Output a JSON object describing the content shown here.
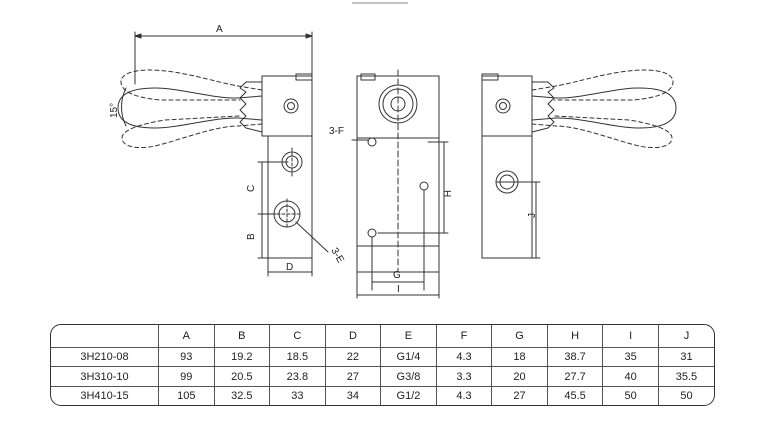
{
  "drawing": {
    "dimension_labels": {
      "A": "A",
      "B": "B",
      "C": "C",
      "D": "D",
      "E": "3-E",
      "F": "3-F",
      "G": "G",
      "H": "H",
      "I": "I",
      "J": "J",
      "angle": "15°"
    }
  },
  "table": {
    "headers": [
      "",
      "A",
      "B",
      "C",
      "D",
      "E",
      "F",
      "G",
      "H",
      "I",
      "J"
    ],
    "rows": [
      [
        "3H210-08",
        "93",
        "19.2",
        "18.5",
        "22",
        "G1/4",
        "4.3",
        "18",
        "38.7",
        "35",
        "31"
      ],
      [
        "3H310-10",
        "99",
        "20.5",
        "23.8",
        "27",
        "G3/8",
        "3.3",
        "20",
        "27.7",
        "40",
        "35.5"
      ],
      [
        "3H410-15",
        "105",
        "32.5",
        "33",
        "34",
        "G1/2",
        "4.3",
        "27",
        "45.5",
        "50",
        "50"
      ]
    ]
  }
}
